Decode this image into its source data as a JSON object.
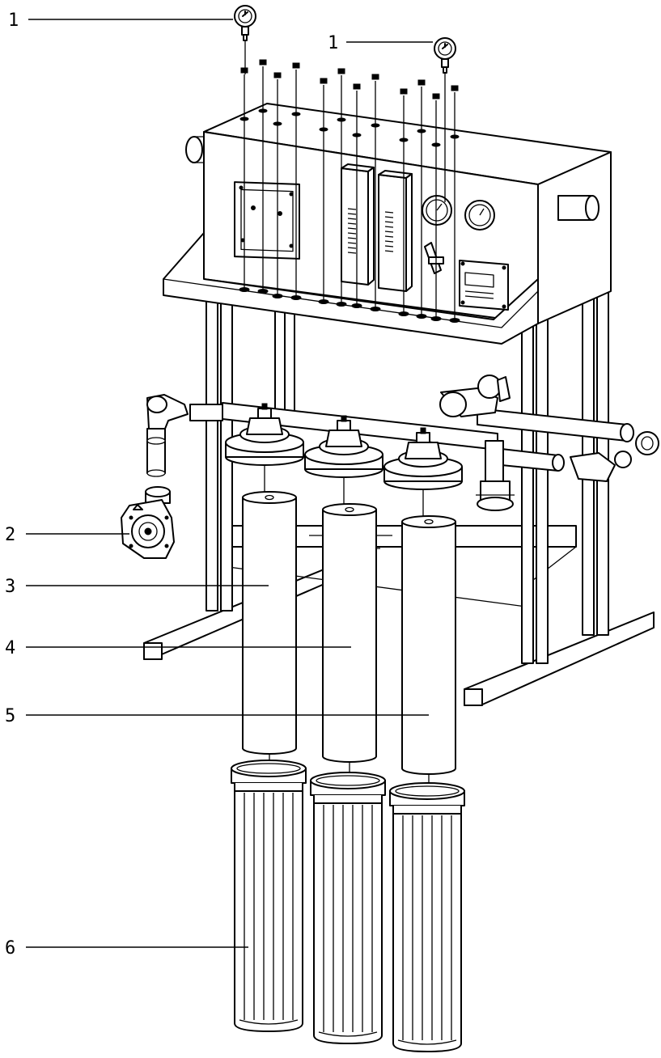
{
  "callouts": [
    {
      "id": "c1a",
      "number": "1"
    },
    {
      "id": "c1b",
      "number": "1"
    },
    {
      "id": "c2",
      "number": "2"
    },
    {
      "id": "c3",
      "number": "3"
    },
    {
      "id": "c4",
      "number": "4"
    },
    {
      "id": "c5",
      "number": "5"
    },
    {
      "id": "c6",
      "number": "6"
    }
  ],
  "panel": {
    "display_text": "",
    "color_line": "#000000",
    "color_fill": "#ffffff"
  },
  "parts": {
    "pressure_gauge": "gauge-icon",
    "pump": "pump-icon",
    "filter_cartridge": "cartridge-icon",
    "filter_housing": "housing-icon"
  }
}
